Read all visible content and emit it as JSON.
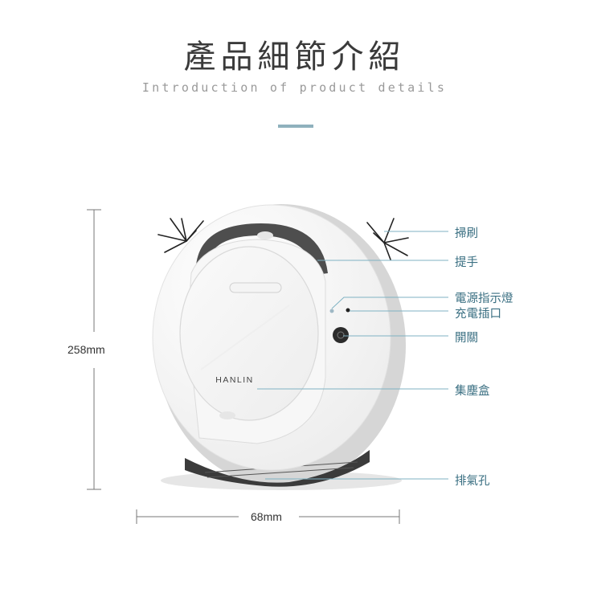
{
  "header": {
    "title": "產品細節介紹",
    "subtitle": "Introduction of product details",
    "accent_color": "#8fb1bd"
  },
  "product": {
    "brand": "HANLIN",
    "body_color": "#f4f4f4",
    "edge_color": "#d8d8d8",
    "bumper_color": "#505050"
  },
  "dimensions": {
    "height_label": "258mm",
    "width_label": "68mm"
  },
  "callouts": [
    {
      "key": "brush",
      "label": "掃刷"
    },
    {
      "key": "handle",
      "label": "提手"
    },
    {
      "key": "power_indicator",
      "label": "電源指示燈"
    },
    {
      "key": "charging_port",
      "label": "充電插口"
    },
    {
      "key": "switch",
      "label": "開關"
    },
    {
      "key": "dust_box",
      "label": "集塵盒"
    },
    {
      "key": "vent",
      "label": "排氣孔"
    }
  ],
  "callout_color": "#6aa7bb"
}
